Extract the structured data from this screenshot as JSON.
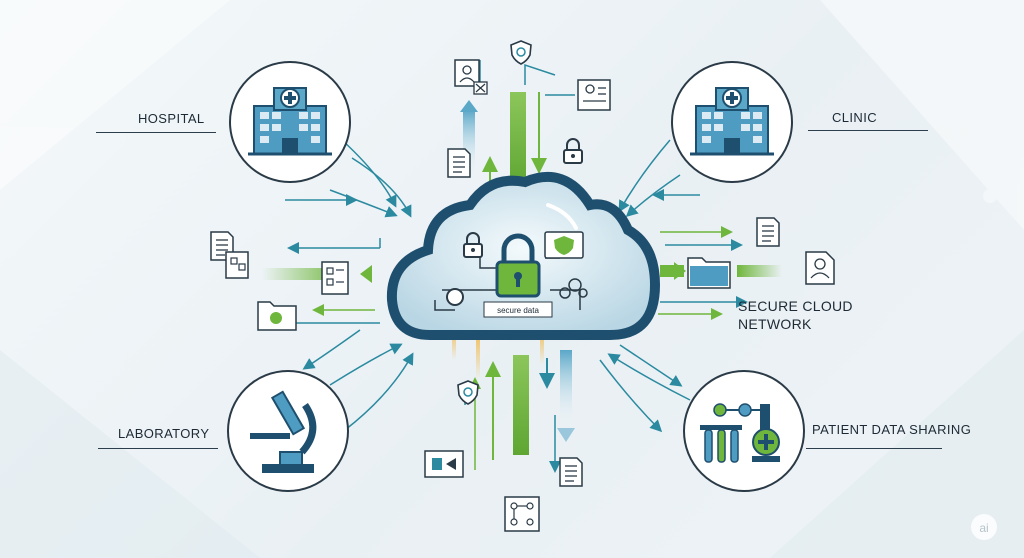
{
  "labels": {
    "hospital": "HOSPITAL",
    "clinic": "CLINIC",
    "laboratory": "LABORATORY",
    "patient_data_sharing": "PATIENT DATA SHARING",
    "secure_cloud_line1": "SECURE CLOUD",
    "secure_cloud_line2": "NETWORK",
    "secure_data": "secure data",
    "watermark": "ai"
  },
  "colors": {
    "navy": "#1f4f6e",
    "teal": "#2b8aa0",
    "green": "#6fb63c",
    "cloud_fill": "#dcebf3",
    "amber": "#f2b233",
    "circle_stroke": "#2a3a46"
  },
  "icons": [
    "hospital-building-icon",
    "clinic-building-icon",
    "microscope-icon",
    "test-tubes-icon",
    "padlock-icon",
    "shield-icon",
    "folder-icon",
    "document-icon",
    "id-card-icon",
    "patient-profile-icon"
  ]
}
